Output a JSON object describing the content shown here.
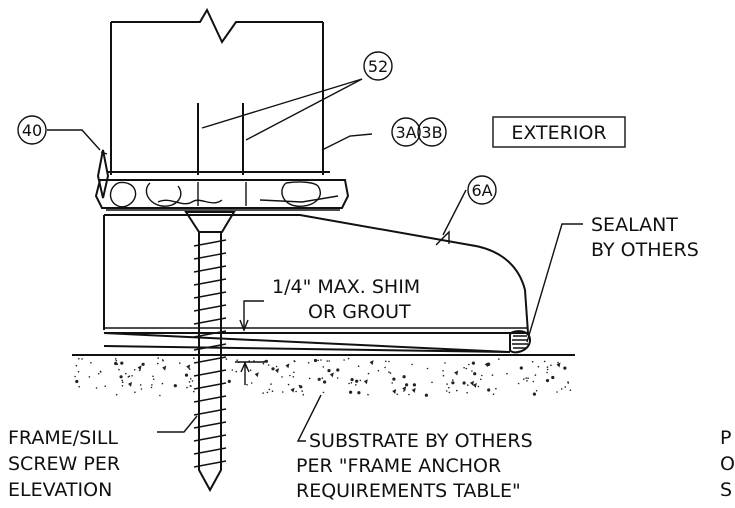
{
  "callouts": {
    "c52": "52",
    "c40": "40",
    "c3a": "3A",
    "c3b": "3B",
    "c6a": "6A"
  },
  "labels": {
    "exterior": "EXTERIOR",
    "sealant_l1": "SEALANT",
    "sealant_l2": "BY OTHERS",
    "shim_l1": "1/4\" MAX. SHIM",
    "shim_l2": "OR GROUT",
    "frame_l1": "FRAME/SILL",
    "frame_l2": "SCREW PER",
    "frame_l3": "ELEVATION",
    "sub_l1": "SUBSTRATE BY OTHERS",
    "sub_l2": "PER \"FRAME ANCHOR",
    "sub_l3": "REQUIREMENTS TABLE\"",
    "cut_l1": "P",
    "cut_l2": "O",
    "cut_l3": "S"
  }
}
